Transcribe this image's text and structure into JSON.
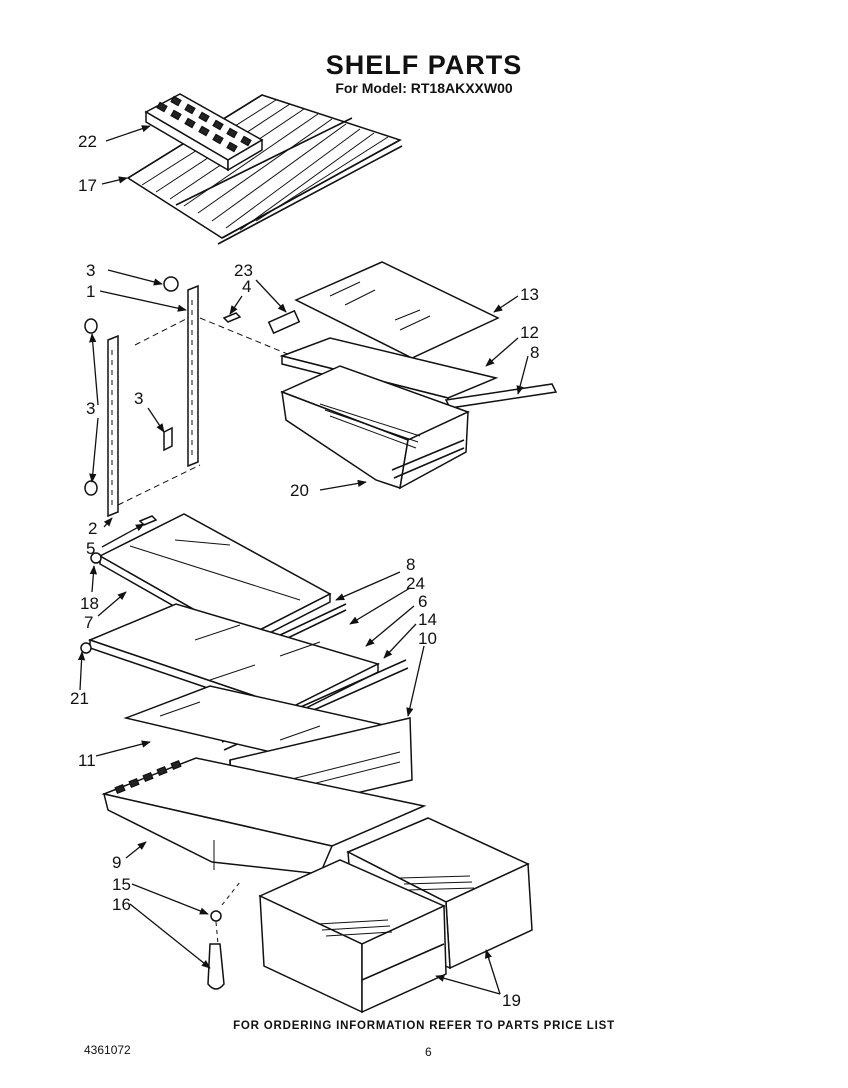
{
  "header": {
    "title": "SHELF PARTS",
    "subtitle": "For Model: RT18AKXXW00"
  },
  "callouts": {
    "c22": "22",
    "c17": "17",
    "c3a": "3",
    "c1": "1",
    "c23": "23",
    "c4": "4",
    "c13": "13",
    "c12": "12",
    "c8a": "8",
    "c3b": "3",
    "c3c": "3",
    "c20": "20",
    "c2": "2",
    "c5": "5",
    "c18": "18",
    "c7": "7",
    "c8b": "8",
    "c24": "24",
    "c6": "6",
    "c14": "14",
    "c10": "10",
    "c21": "21",
    "c11": "11",
    "c9": "9",
    "c15": "15",
    "c16": "16",
    "c19": "19"
  },
  "footer": {
    "note": "FOR ORDERING INFORMATION REFER TO PARTS PRICE LIST",
    "doc_number": "4361072",
    "page_number": "6"
  }
}
